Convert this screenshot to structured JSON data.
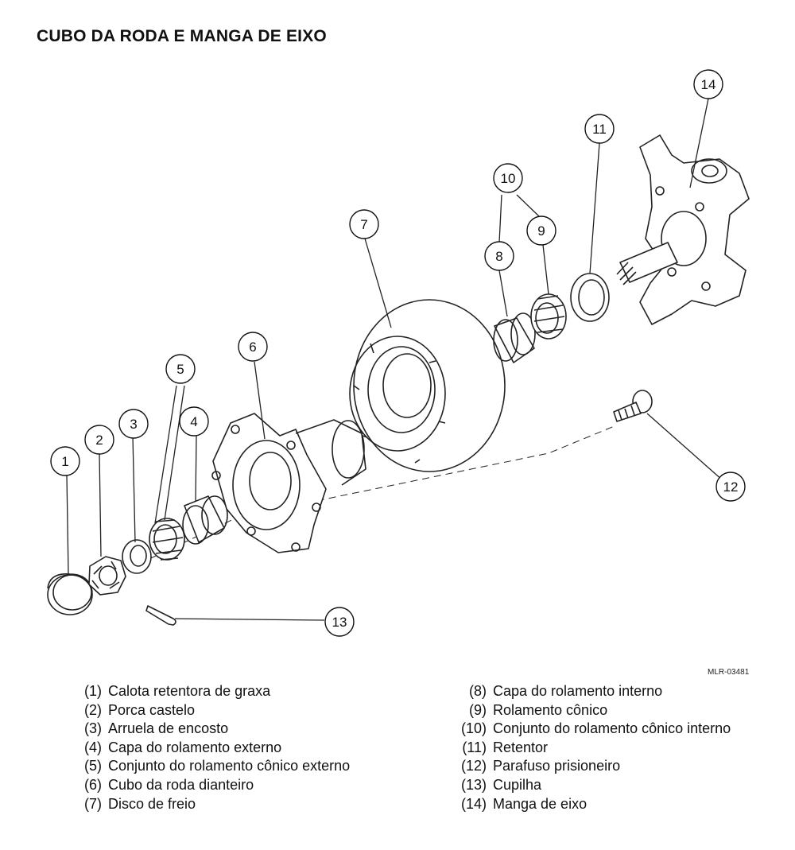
{
  "title": "CUBO DA RODA E MANGA DE EIXO",
  "ref_code": "MLR-03481",
  "callouts": {
    "c1": "1",
    "c2": "2",
    "c3": "3",
    "c4": "4",
    "c5": "5",
    "c6": "6",
    "c7": "7",
    "c8": "8",
    "c9": "9",
    "c10": "10",
    "c11": "11",
    "c12": "12",
    "c13": "13",
    "c14": "14"
  },
  "legend_left": [
    {
      "num": "(1)",
      "text": "Calota retentora de graxa"
    },
    {
      "num": "(2)",
      "text": "Porca castelo"
    },
    {
      "num": "(3)",
      "text": "Arruela de encosto"
    },
    {
      "num": "(4)",
      "text": "Capa do rolamento externo"
    },
    {
      "num": "(5)",
      "text": "Conjunto do rolamento cônico externo"
    },
    {
      "num": "(6)",
      "text": "Cubo da roda dianteiro"
    },
    {
      "num": "(7)",
      "text": "Disco de freio"
    }
  ],
  "legend_right": [
    {
      "num": "(8)",
      "text": "Capa do rolamento interno"
    },
    {
      "num": "(9)",
      "text": "Rolamento cônico"
    },
    {
      "num": "(10)",
      "text": "Conjunto do rolamento cônico interno"
    },
    {
      "num": "(11)",
      "text": "Retentor"
    },
    {
      "num": "(12)",
      "text": "Parafuso prisioneiro"
    },
    {
      "num": "(13)",
      "text": "Cupilha"
    },
    {
      "num": "(14)",
      "text": "Manga de eixo"
    }
  ]
}
